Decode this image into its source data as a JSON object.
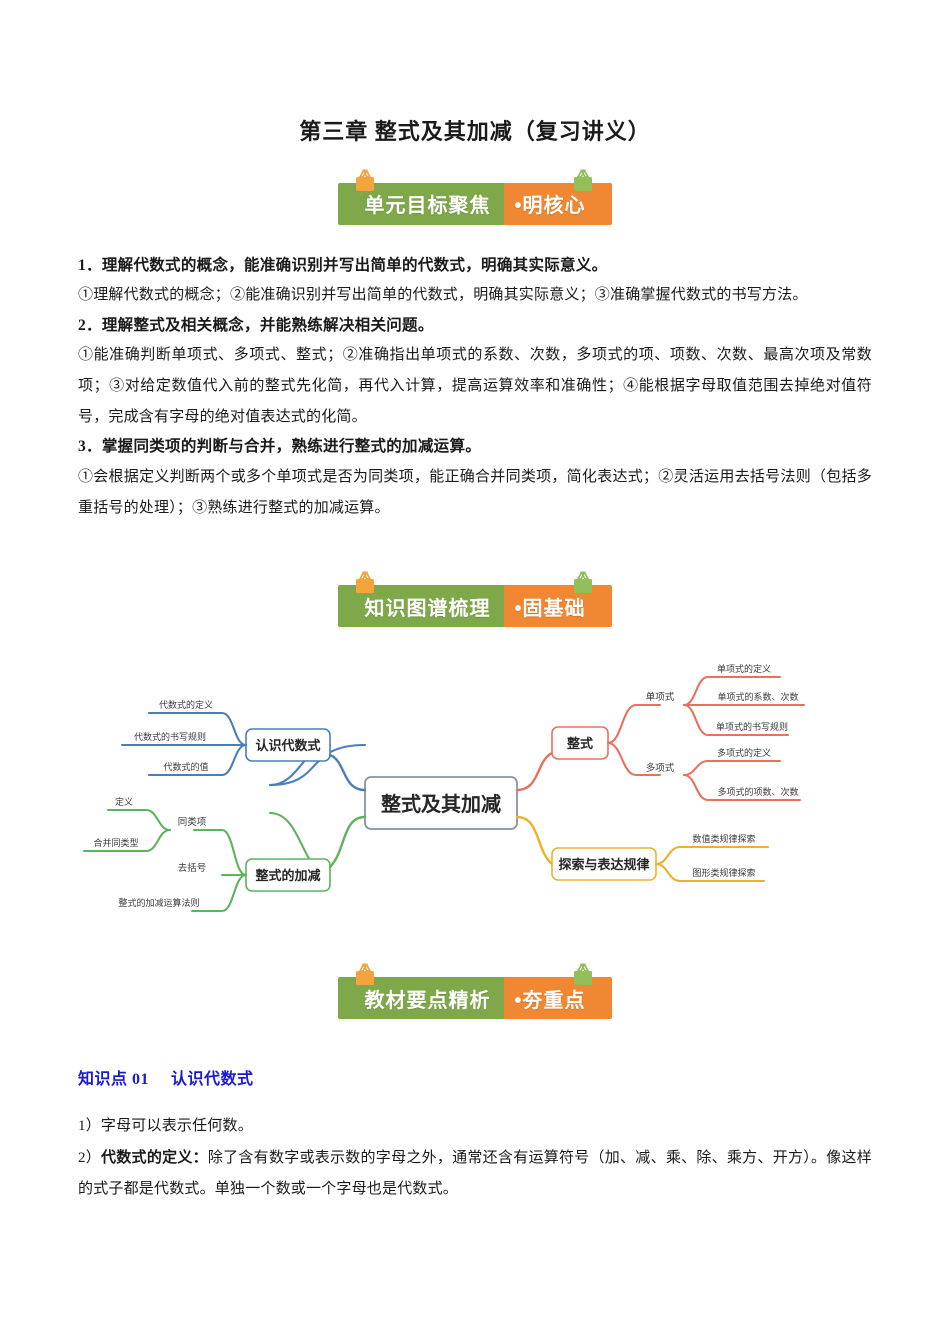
{
  "document": {
    "title": "第三章 整式及其加减（复习讲义）"
  },
  "banners": [
    {
      "left": "单元目标聚焦",
      "right": "•明核心",
      "left_color": "#7fa84b",
      "right_color": "#f08733"
    },
    {
      "left": "知识图谱梳理",
      "right": "•固基础",
      "left_color": "#7fa84b",
      "right_color": "#f08733"
    },
    {
      "left": "教材要点精析",
      "right": "•夯重点",
      "left_color": "#7fa84b",
      "right_color": "#f08733"
    }
  ],
  "objectives": [
    {
      "heading": "1．理解代数式的概念，能准确识别并写出简单的代数式，明确其实际意义。",
      "detail": "①理解代数式的概念；②能准确识别并写出简单的代数式，明确其实际意义；③准确掌握代数式的书写方法。"
    },
    {
      "heading": "2．理解整式及相关概念，并能熟练解决相关问题。",
      "detail": "①能准确判断单项式、多项式、整式；②准确指出单项式的系数、次数，多项式的项、项数、次数、最高次项及常数项；③对给定数值代入前的整式先化简，再代入计算，提高运算效率和准确性；④能根据字母取值范围去掉绝对值符号，完成含有字母的绝对值表达式的化简。"
    },
    {
      "heading": "3．掌握同类项的判断与合并，熟练进行整式的加减运算。",
      "detail": "①会根据定义判断两个或多个单项式是否为同类项，能正确合并同类项，简化表达式；②灵活运用去括号法则（包括多重括号的处理）；③熟练进行整式的加减运算。"
    }
  ],
  "mindmap": {
    "root": "整式及其加减",
    "root_color": "#8a93a5",
    "branches": [
      {
        "label": "认识代数式",
        "color": "#4a7ebb",
        "side": "left",
        "children": [
          {
            "label": "代数式的定义"
          },
          {
            "label": "代数式的书写规则"
          },
          {
            "label": "代数式的值"
          }
        ]
      },
      {
        "label": "整式的加减",
        "color": "#5eb35e",
        "side": "left",
        "children": [
          {
            "label": "同类项",
            "children": [
              {
                "label": "定义"
              },
              {
                "label": "合并同类型"
              }
            ]
          },
          {
            "label": "去括号"
          },
          {
            "label": "整式的加减运算法则"
          }
        ]
      },
      {
        "label": "整式",
        "color": "#e8705f",
        "side": "right",
        "children": [
          {
            "label": "单项式",
            "children": [
              {
                "label": "单项式的定义"
              },
              {
                "label": "单项式的系数、次数"
              },
              {
                "label": "单项式的书写规则"
              }
            ]
          },
          {
            "label": "多项式",
            "children": [
              {
                "label": "多项式的定义"
              },
              {
                "label": "多项式的项数、次数"
              }
            ]
          }
        ]
      },
      {
        "label": "探索与表达规律",
        "color": "#edb22a",
        "side": "right",
        "children": [
          {
            "label": "数值类规律探索"
          },
          {
            "label": "图形类规律探索"
          }
        ]
      }
    ]
  },
  "knowledge_point": {
    "label": "知识点 01",
    "title": "认识代数式",
    "color": "#1a1ad0",
    "lines": [
      {
        "prefix": "1）",
        "bold": "",
        "text": "字母可以表示任何数。"
      },
      {
        "prefix": "2）",
        "bold": "代数式的定义：",
        "text": "除了含有数字或表示数的字母之外，通常还含有运算符号（加、减、乘、除、乘方、开方）。像这样的式子都是代数式。单独一个数或一个字母也是代数式。"
      }
    ]
  }
}
